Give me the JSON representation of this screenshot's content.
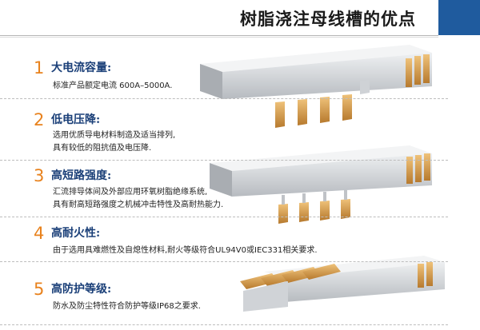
{
  "header": {
    "title": "树脂浇注母线槽的优点"
  },
  "features": [
    {
      "number": "1",
      "title": "大电流容量:",
      "lines": [
        "标准产品额定电流 600A–5000A."
      ]
    },
    {
      "number": "2",
      "title": "低电压降:",
      "lines": [
        "选用优质导电材料制造及适当排列,",
        "具有较低的阻抗值及电压降."
      ]
    },
    {
      "number": "3",
      "title": "高短路强度:",
      "lines": [
        "汇流排导体间及外部应用环氧树脂绝缘系统,",
        "具有耐高短路强度之机械冲击特性及高耐热能力."
      ]
    },
    {
      "number": "4",
      "title": "高耐火性:",
      "lines": [
        "由于选用具难燃性及自熄性材料,耐火等级符合UL94V0或IEC331相关要求."
      ]
    },
    {
      "number": "5",
      "title": "高防护等级:",
      "lines": [
        "防水及防尘特性符合防护等级IP68之要求."
      ]
    }
  ],
  "colors": {
    "accent": "#1f5b9e",
    "number": "#e8821d",
    "heading": "#1a3f78",
    "copper": "#d9a456",
    "resin": "#c9ccd0"
  }
}
